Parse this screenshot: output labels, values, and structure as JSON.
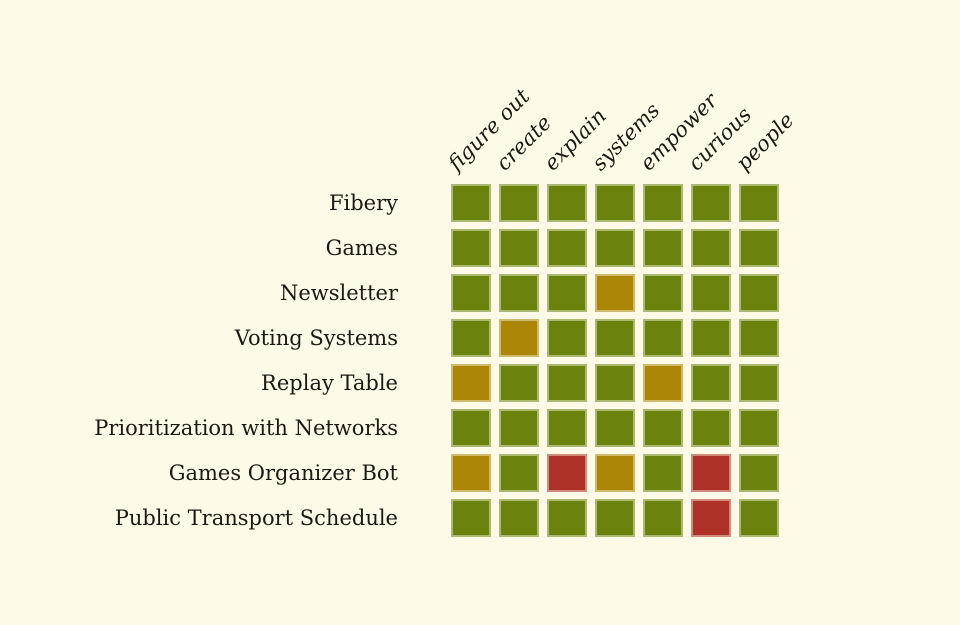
{
  "page": {
    "background": "#FDFAE8",
    "text_color": "#1A1A12"
  },
  "chart_data": {
    "type": "heatmap",
    "title": "",
    "columns": [
      "figure out",
      "create",
      "explain",
      "systems",
      "empower",
      "curious",
      "people"
    ],
    "rows": [
      "Fibery",
      "Games",
      "Newsletter",
      "Voting Systems",
      "Replay Table",
      "Prioritization with Networks",
      "Games Organizer Bot",
      "Public Transport Schedule"
    ],
    "values": [
      [
        "green",
        "green",
        "green",
        "green",
        "green",
        "green",
        "green"
      ],
      [
        "green",
        "green",
        "green",
        "green",
        "green",
        "green",
        "green"
      ],
      [
        "green",
        "green",
        "green",
        "yellow",
        "green",
        "green",
        "green"
      ],
      [
        "green",
        "yellow",
        "green",
        "green",
        "green",
        "green",
        "green"
      ],
      [
        "yellow",
        "green",
        "green",
        "green",
        "yellow",
        "green",
        "green"
      ],
      [
        "green",
        "green",
        "green",
        "green",
        "green",
        "green",
        "green"
      ],
      [
        "yellow",
        "green",
        "red",
        "yellow",
        "green",
        "red",
        "green"
      ],
      [
        "green",
        "green",
        "green",
        "green",
        "green",
        "red",
        "green"
      ]
    ],
    "colors": {
      "green": "#6B830D",
      "yellow": "#AB8606",
      "red": "#AD3126"
    },
    "legend": "none",
    "grid": "off",
    "column_header_rotation_deg": -45
  }
}
